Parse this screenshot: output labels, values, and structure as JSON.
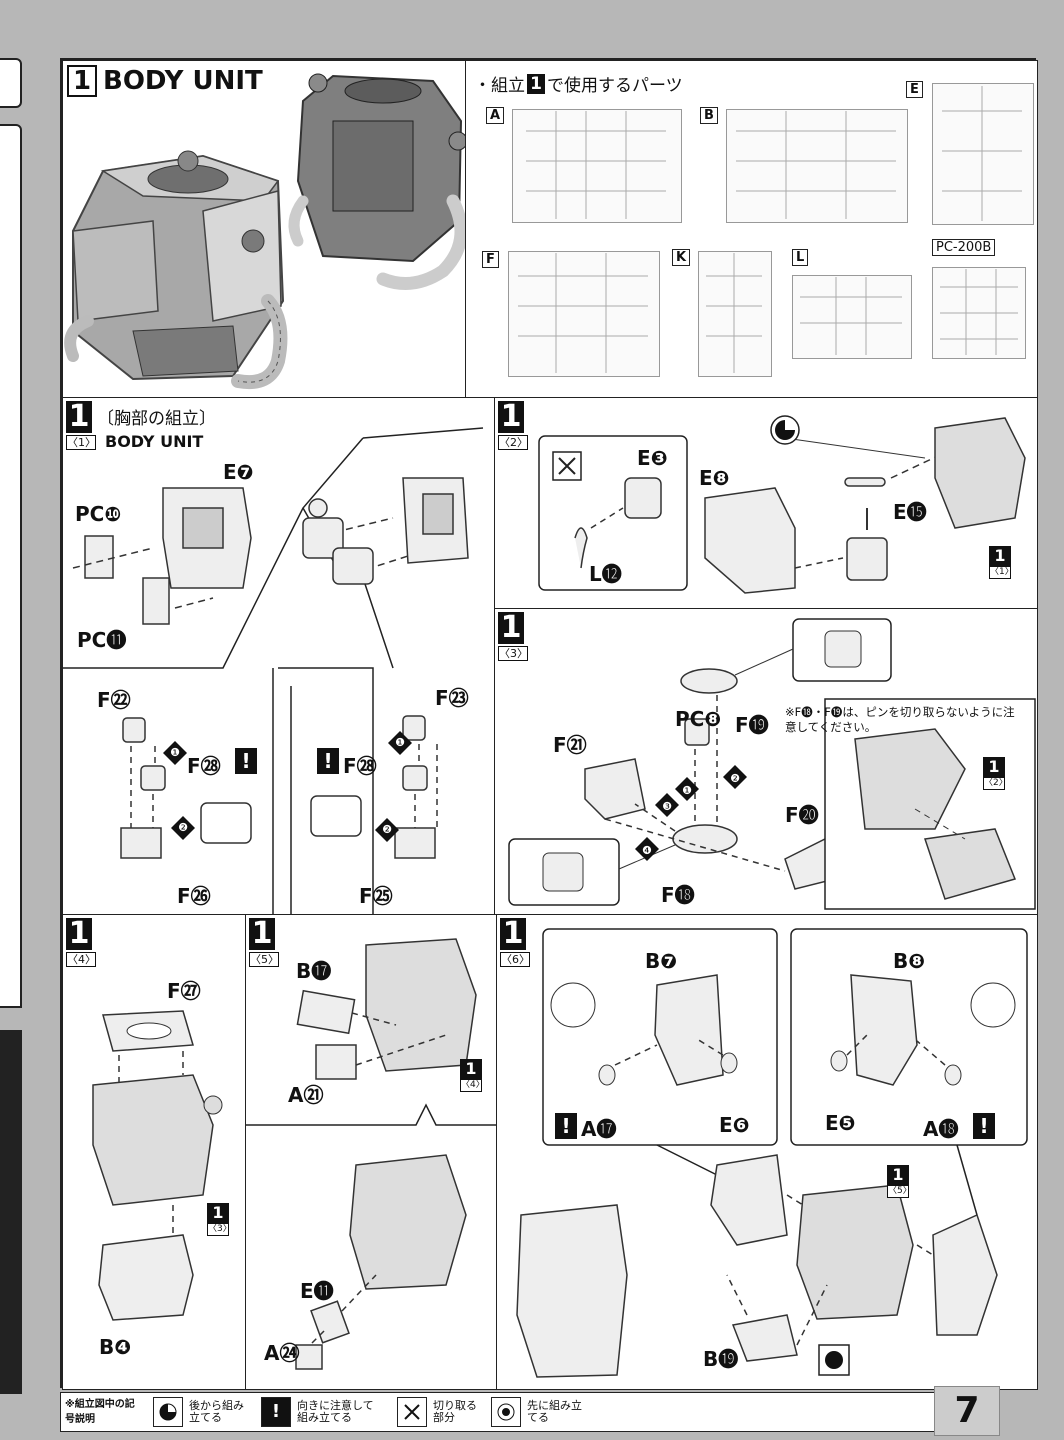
{
  "header": {
    "step": "1",
    "title": "BODY UNIT"
  },
  "parts_used": {
    "caption_prefix": "・組立",
    "caption_num": "1",
    "caption_suffix": "で使用するパーツ",
    "runners": [
      "A",
      "B",
      "E",
      "F",
      "K",
      "L",
      "PC-200B"
    ]
  },
  "steps": [
    {
      "num": "1",
      "sub": "〈1〉",
      "title": "〔胸部の組立〕",
      "subtitle": "BODY UNIT",
      "labels": [
        "E❼",
        "PC❿",
        "PC⓫",
        "F㉒",
        "F㉓",
        "F㉘",
        "F㉘",
        "F㉖",
        "F㉕"
      ],
      "order": [
        "❶",
        "❷",
        "❶",
        "❷"
      ]
    },
    {
      "num": "1",
      "sub": "〈2〉",
      "labels": [
        "E❸",
        "E❽",
        "E⓯",
        "L⓬"
      ],
      "ref": {
        "num": "1",
        "sub": "〈1〉"
      }
    },
    {
      "num": "1",
      "sub": "〈3〉",
      "labels": [
        "PC❽",
        "F⓳",
        "F㉑",
        "F⓴",
        "F⓲"
      ],
      "order": [
        "❶",
        "❷",
        "❸",
        "❹"
      ],
      "note": "※F⓲・F⓳は、ピンを切り取らないように注意してください。",
      "ref": {
        "num": "1",
        "sub": "〈2〉"
      }
    },
    {
      "num": "1",
      "sub": "〈4〉",
      "labels": [
        "F㉗",
        "B❹"
      ],
      "ref": {
        "num": "1",
        "sub": "〈3〉"
      }
    },
    {
      "num": "1",
      "sub": "〈5〉",
      "labels": [
        "B⓱",
        "A㉑",
        "E⓫",
        "A㉔"
      ],
      "ref": {
        "num": "1",
        "sub": "〈4〉"
      }
    },
    {
      "num": "1",
      "sub": "〈6〉",
      "labels": [
        "B❼",
        "B❽",
        "A⓱",
        "E❻",
        "E❺",
        "A⓲",
        "B⓳"
      ],
      "ref": {
        "num": "1",
        "sub": "〈5〉"
      }
    }
  ],
  "legend": {
    "heading": "※組立図中の記号説明",
    "items": [
      "後から組み立てる",
      "向きに注意して組み立てる",
      "切り取る部分",
      "先に組み立てる"
    ]
  },
  "page_number": "7"
}
